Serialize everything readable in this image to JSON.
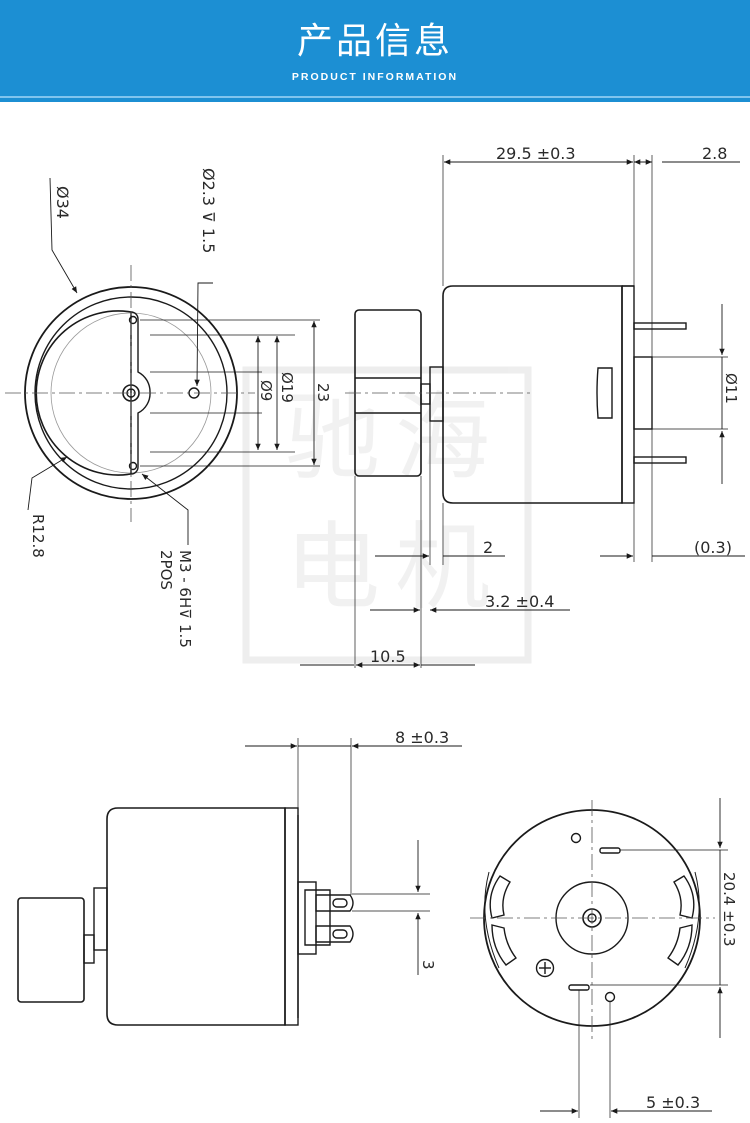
{
  "header": {
    "title": "产品信息",
    "subtitle": "PRODUCT INFORMATION"
  },
  "watermark": {
    "characters": "驰海电机"
  },
  "front_view": {
    "dim_phi34": "Ø34",
    "dim_hole": "Ø2.3 ⊽ 1.5",
    "dim_phi9": "Ø9",
    "dim_phi19": "Ø19",
    "dim_23": "23",
    "dim_r128": "R12.8",
    "dim_m3": "M3 - 6H⊽ 1.5",
    "dim_2pos": "2POS"
  },
  "side_view": {
    "dim_length": "29.5 ±0.3",
    "dim_28": "2.8",
    "dim_phi11": "Ø11",
    "dim_2": "2",
    "dim_03": "(0.3)",
    "dim_32": "3.2 ±0.4",
    "dim_105": "10.5"
  },
  "bottom_side_view": {
    "dim_8": "8 ±0.3",
    "dim_3": "3"
  },
  "rear_view": {
    "dim_204": "20.4 ±0.3",
    "dim_5": "5 ±0.3"
  },
  "colors": {
    "banner": "#1c8fd3",
    "line": "#1a1a1a",
    "watermark": "#e3e3e3"
  }
}
